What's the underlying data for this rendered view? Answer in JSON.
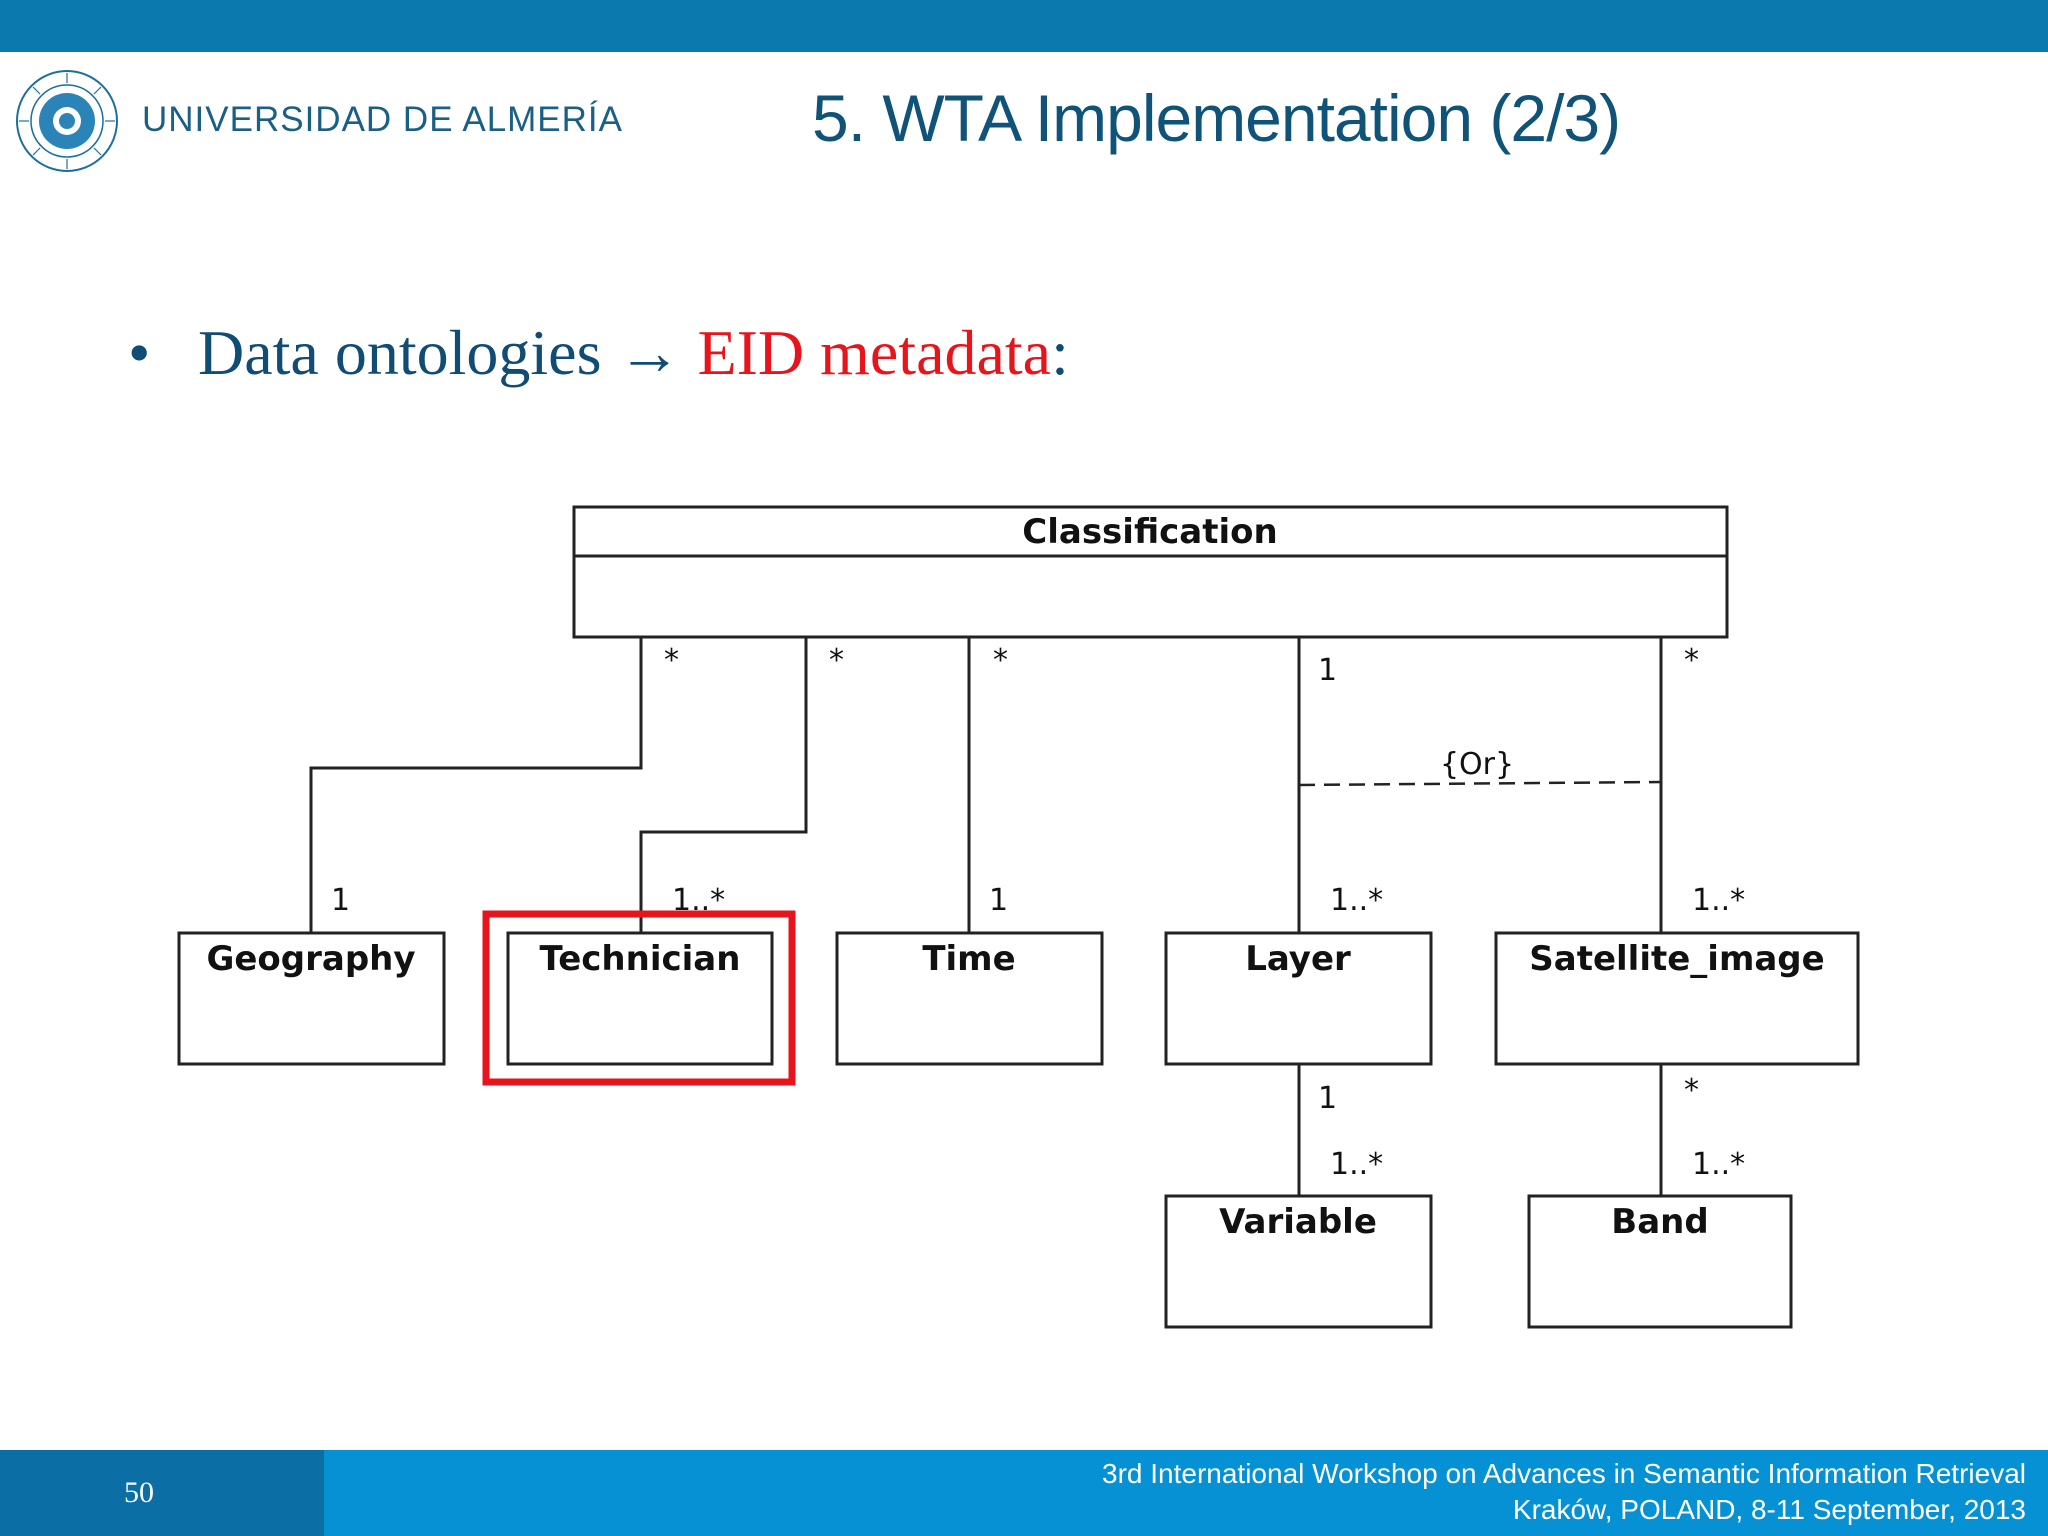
{
  "header": {
    "university": "UNIVERSIDAD DE ALMERÍA",
    "title": "5. WTA Implementation (2/3)"
  },
  "bullet": {
    "marker": "•",
    "text": "Data ontologies",
    "arrow": " → ",
    "highlight": "EID metadata",
    "suffix": ":"
  },
  "diagram": {
    "classes": {
      "classification": "Classification",
      "geography": "Geography",
      "technician": "Technician",
      "time": "Time",
      "layer": "Layer",
      "satellite_image": "Satellite_image",
      "variable": "Variable",
      "band": "Band"
    },
    "multiplicities": {
      "geo_top": "*",
      "tech_top": "*",
      "time_top": "*",
      "layer_top": "1",
      "sat_top": "*",
      "geo_bottom": "1",
      "tech_bottom": "1..*",
      "time_bottom": "1",
      "layer_bottom": "1..*",
      "sat_bottom": "1..*",
      "layer_var_top": "1",
      "layer_var_bottom": "1..*",
      "sat_band_top": "*",
      "sat_band_bottom": "1..*"
    },
    "constraint": "{Or}",
    "highlight_color": "#e8141b"
  },
  "footer": {
    "page_number": "50",
    "conference": "3rd International Workshop on Advances in Semantic Information Retrieval",
    "location_date": "Kraków, POLAND, 8-11 September, 2013"
  }
}
